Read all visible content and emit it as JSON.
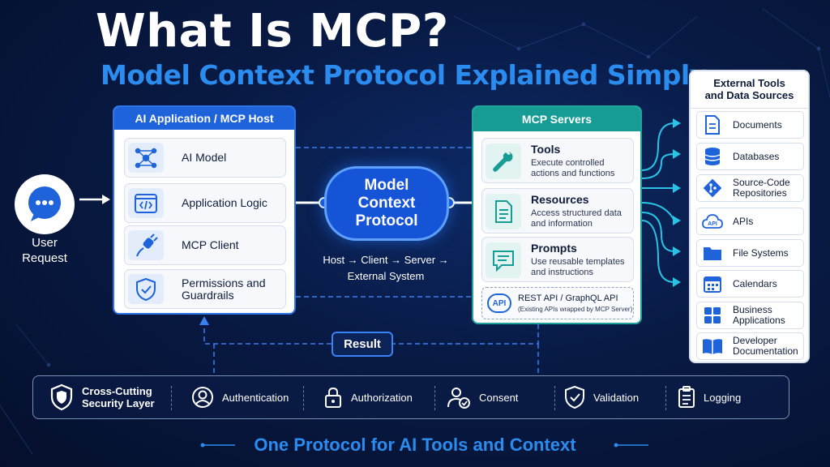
{
  "title": "What Is MCP?",
  "subtitle": "Model Context Protocol Explained Simply",
  "user": {
    "label_line1": "User",
    "label_line2": "Request"
  },
  "host": {
    "header": "AI Application / MCP Host",
    "items": [
      {
        "label": "AI Model",
        "icon": "neural-network-icon"
      },
      {
        "label": "Application Logic",
        "icon": "code-window-icon"
      },
      {
        "label": "MCP Client",
        "icon": "plug-icon"
      },
      {
        "label_line1": "Permissions and",
        "label_line2": "Guardrails",
        "icon": "shield-check-icon"
      }
    ]
  },
  "protocol": {
    "line1": "Model",
    "line2": "Context",
    "line3": "Protocol",
    "flow_line1": "Host → Client → Server →",
    "flow_line2": "External System"
  },
  "servers": {
    "header": "MCP Servers",
    "items": [
      {
        "title": "Tools",
        "desc_line1": "Execute controlled",
        "desc_line2": "actions and functions",
        "icon": "wrench-icon"
      },
      {
        "title": "Resources",
        "desc_line1": "Access structured data",
        "desc_line2": "and information",
        "icon": "document-icon"
      },
      {
        "title": "Prompts",
        "desc_line1": "Use reusable templates",
        "desc_line2": "and instructions",
        "icon": "chat-bubble-icon"
      }
    ],
    "api": {
      "badge": "API",
      "line1": "REST API / GraphQL API",
      "line2": "(Existing APIs wrapped by MCP Server)"
    }
  },
  "external": {
    "header_line1": "External Tools",
    "header_line2": "and Data Sources",
    "items": [
      {
        "line1": "Documents",
        "line2": "",
        "icon": "document-icon"
      },
      {
        "line1": "Databases",
        "line2": "",
        "icon": "database-icon"
      },
      {
        "line1": "Source-Code",
        "line2": "Repositories",
        "icon": "git-icon"
      },
      {
        "line1": "APIs",
        "line2": "",
        "icon": "api-cloud-icon"
      },
      {
        "line1": "File Systems",
        "line2": "",
        "icon": "folder-icon"
      },
      {
        "line1": "Calendars",
        "line2": "",
        "icon": "calendar-icon"
      },
      {
        "line1": "Business",
        "line2": "Applications",
        "icon": "grid-apps-icon"
      },
      {
        "line1": "Developer",
        "line2": "Documentation",
        "icon": "book-icon"
      }
    ]
  },
  "result": "Result",
  "security": {
    "layer_line1": "Cross-Cutting",
    "layer_line2": "Security Layer",
    "items": [
      "Authentication",
      "Authorization",
      "Consent",
      "Validation",
      "Logging"
    ]
  },
  "tagline": "One Protocol for AI Tools and Context",
  "colors": {
    "accent_blue": "#1f63da",
    "teal": "#179c95",
    "cyan_arrows": "#28c3e6",
    "subtitle_blue": "#2b8cf0",
    "background": "#081a44"
  }
}
